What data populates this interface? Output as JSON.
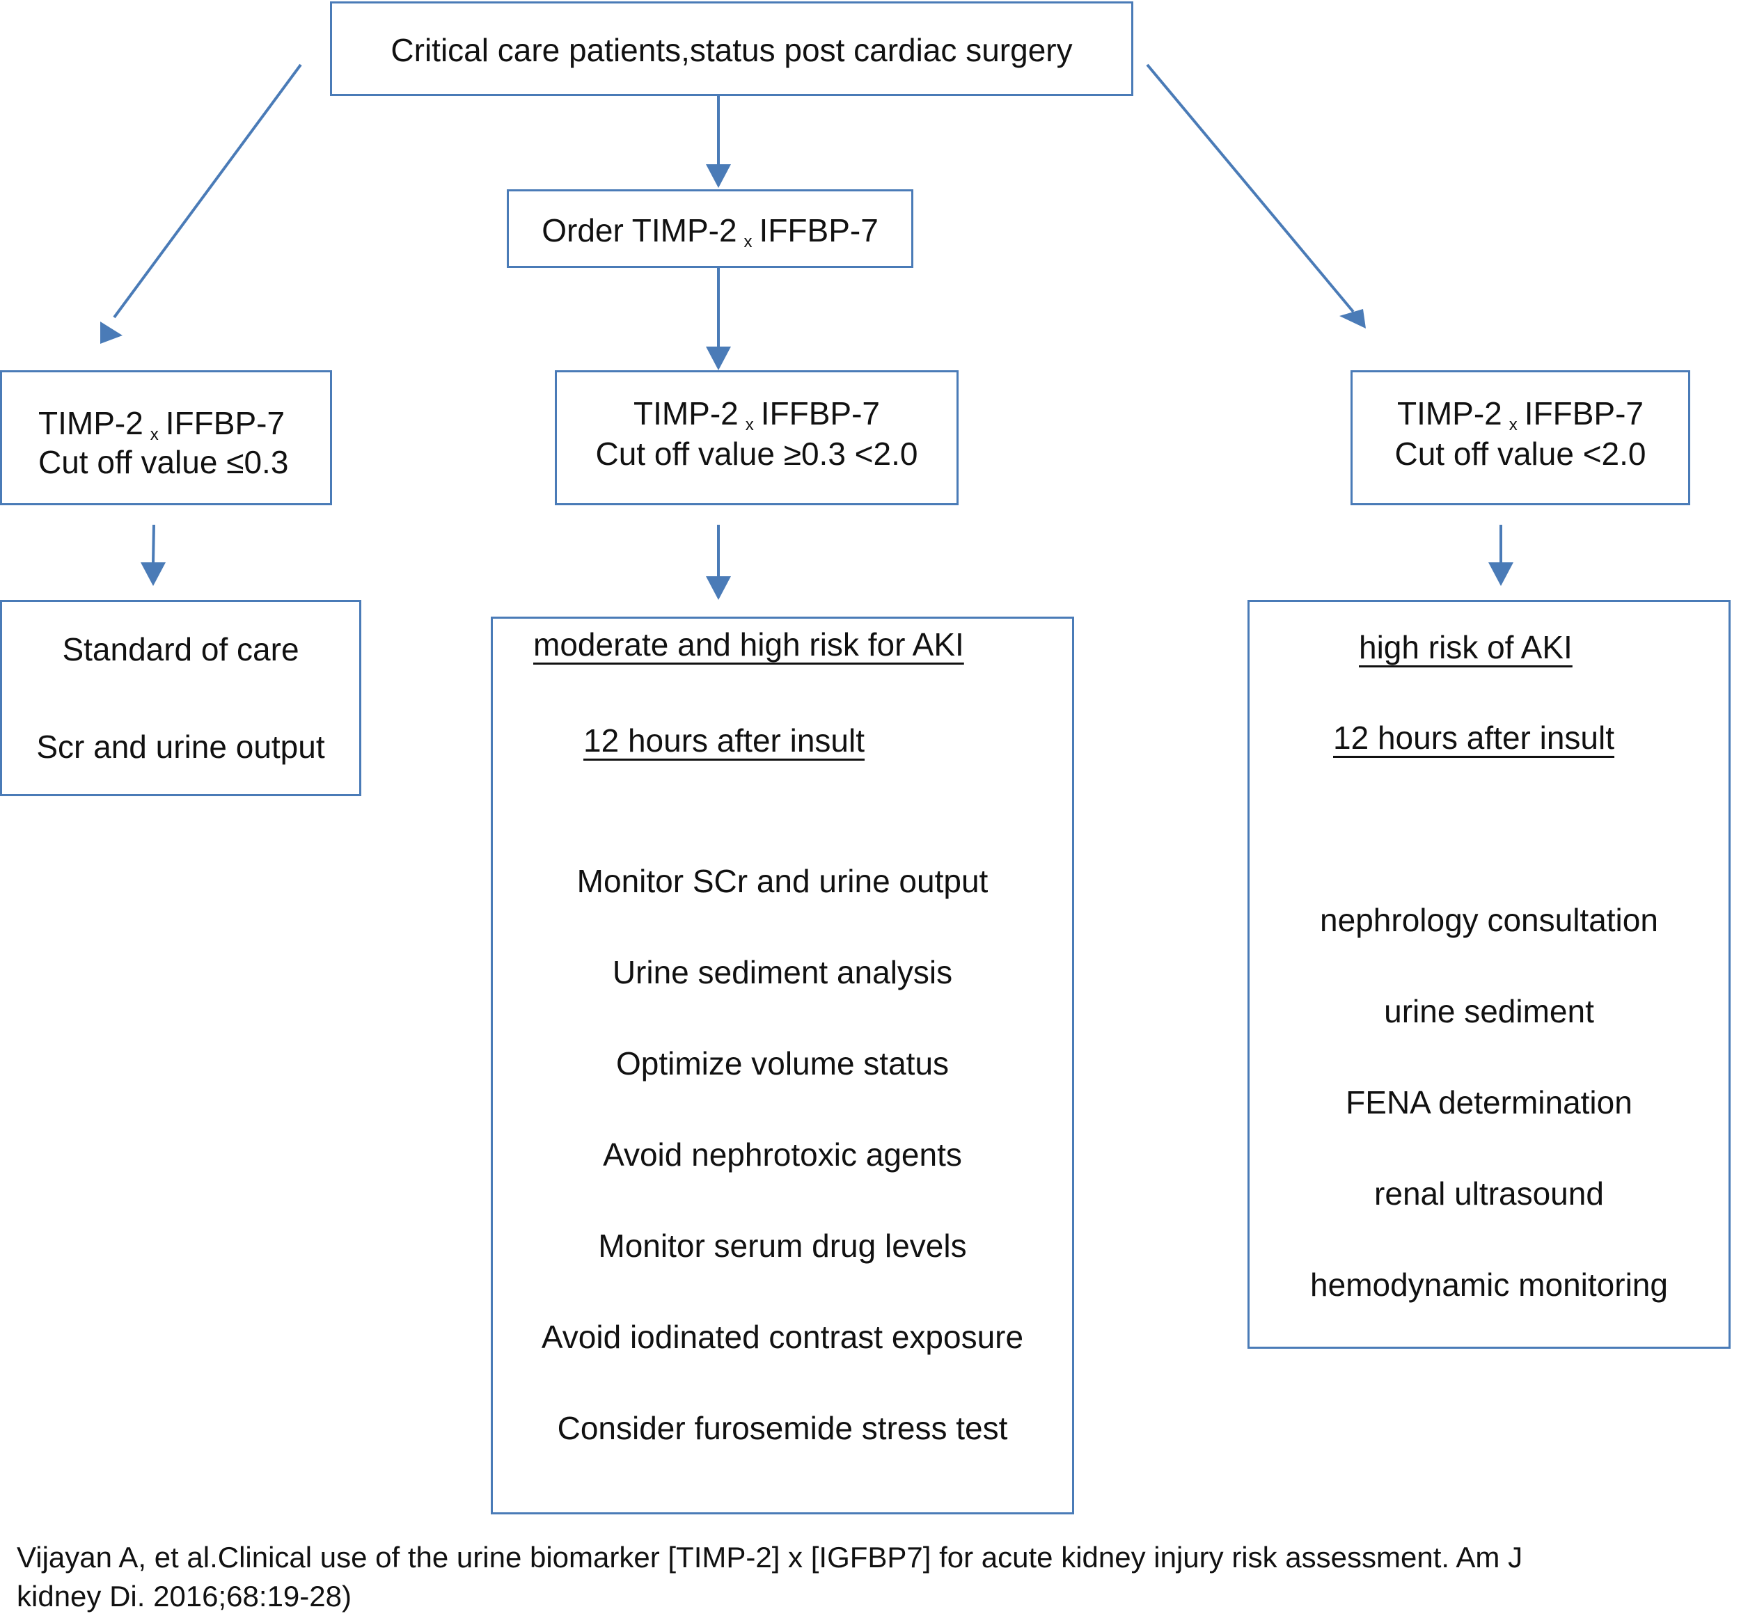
{
  "top": {
    "label": "Critical care patients,status post cardiac surgery"
  },
  "order": {
    "prefix": "Order TIMP-2",
    "x_mark": "x",
    "suffix": "IFFBP-7"
  },
  "left": {
    "cond": {
      "line1_prefix": "TIMP-2",
      "x_mark": "x",
      "line1_suffix": "IFFBP-7",
      "line2": "Cut off value ≤0.3"
    },
    "action": {
      "line1": "Standard of care",
      "line2": "Scr and urine output"
    }
  },
  "middle": {
    "cond": {
      "line1_prefix": "TIMP-2",
      "x_mark": "x",
      "line1_suffix": "IFFBP-7",
      "line2": "Cut off value ≥0.3 <2.0"
    },
    "action": {
      "heading": "moderate and high risk for AKI",
      "timing": "12 hours after insult",
      "items": [
        "Monitor SCr and urine output",
        "Urine sediment analysis",
        "Optimize volume status",
        "Avoid nephrotoxic agents",
        "Monitor serum  drug levels",
        "Avoid iodinated contrast exposure",
        "Consider furosemide stress test"
      ]
    }
  },
  "right": {
    "cond": {
      "line1_prefix": "TIMP-2",
      "x_mark": "x",
      "line1_suffix": "IFFBP-7",
      "line2": "Cut off value <2.0"
    },
    "action": {
      "heading": "high risk of AKI",
      "timing": "12 hours after insult",
      "items": [
        "nephrology consultation",
        "urine sediment",
        "FENA determination",
        "renal ultrasound",
        "hemodynamic monitoring"
      ]
    }
  },
  "citation": {
    "line1": "Vijayan A, et al.Clinical use of the urine biomarker [TIMP-2] x [IGFBP7]  for acute kidney injury risk assessment. Am J",
    "line2": "kidney Di. 2016;68:19-28)"
  },
  "colors": {
    "box_border": "#4a7bb7",
    "arrow": "#4a7bb7"
  }
}
